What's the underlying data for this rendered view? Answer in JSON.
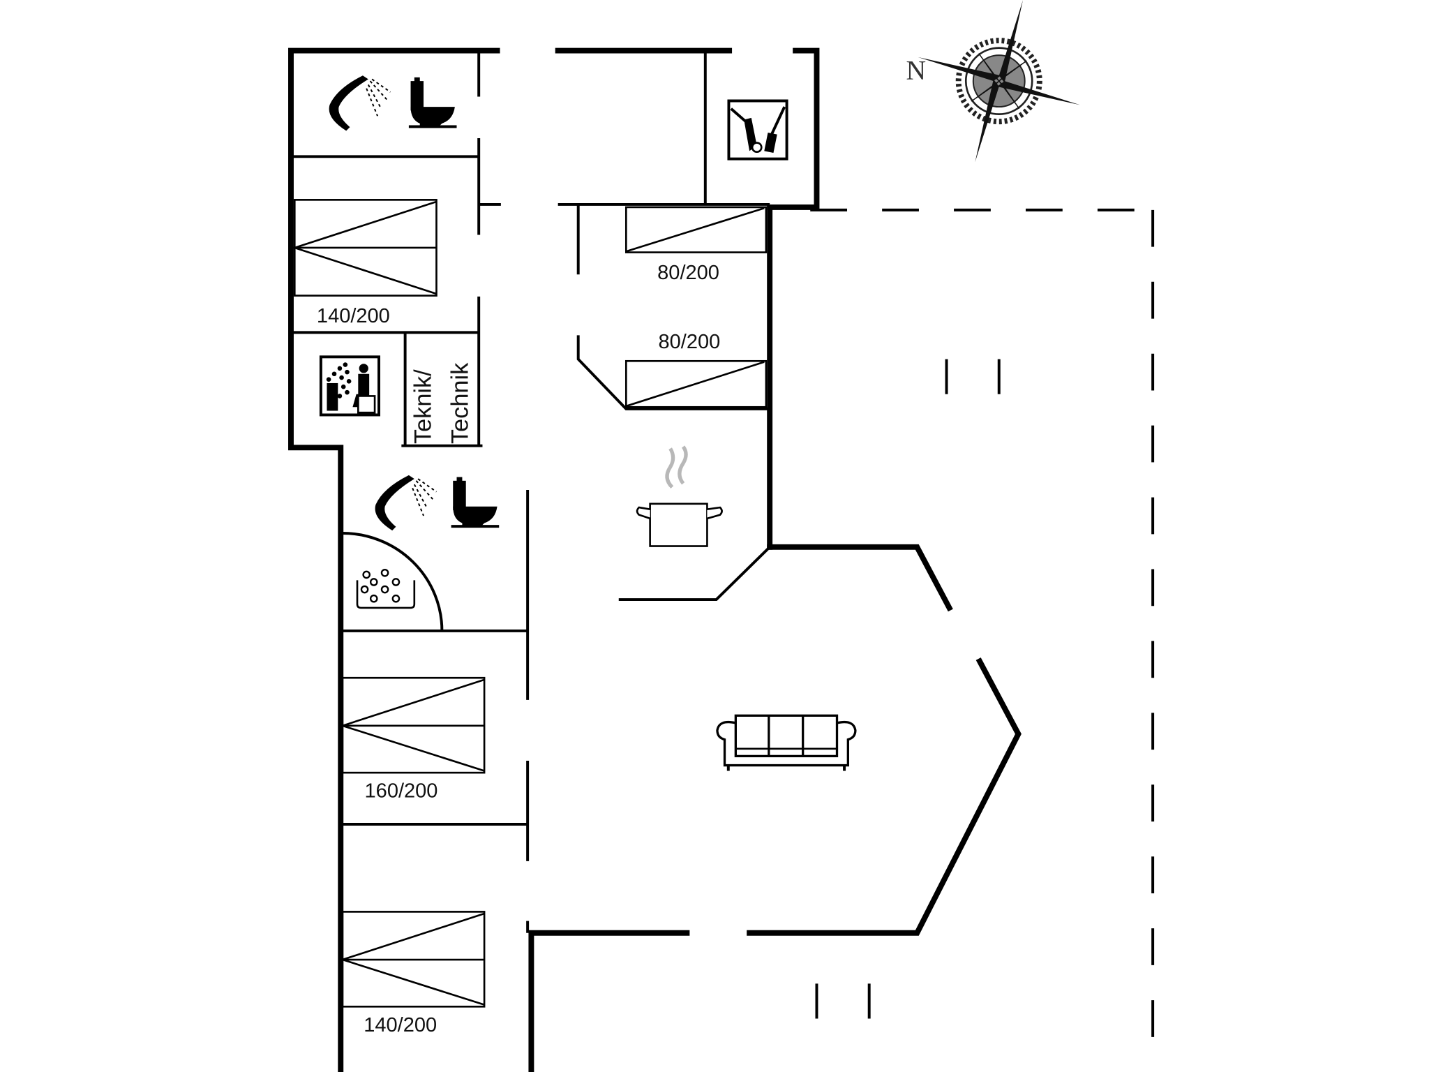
{
  "diagram": {
    "type": "floor-plan",
    "background": "#ffffff",
    "line_color": "#000000",
    "compass": {
      "label": "N"
    },
    "beds": [
      {
        "id": "bed-bedroom-1",
        "label": "140/200"
      },
      {
        "id": "bed-bunk-top",
        "label": "80/200"
      },
      {
        "id": "bed-bunk-bottom",
        "label": "80/200"
      },
      {
        "id": "bed-bedroom-2",
        "label": "160/200"
      },
      {
        "id": "bed-bedroom-3",
        "label": "140/200"
      }
    ],
    "technical_room": {
      "label_da": "Teknik/",
      "label_de": "Technik"
    },
    "icons": [
      "shower-icon",
      "toilet-icon",
      "shower-icon",
      "toilet-icon",
      "storage-icon",
      "sauna-icon",
      "whirlpool-icon",
      "kitchen-pot-icon",
      "sofa-icon",
      "compass-rose-icon"
    ],
    "rooms": [
      "bathroom-top",
      "bedroom-1",
      "sauna",
      "technical-room",
      "hallway",
      "storage-utility",
      "bunk-bedroom",
      "kitchen",
      "bathroom-whirlpool",
      "bedroom-2",
      "bedroom-3",
      "living-room",
      "terrace"
    ]
  }
}
